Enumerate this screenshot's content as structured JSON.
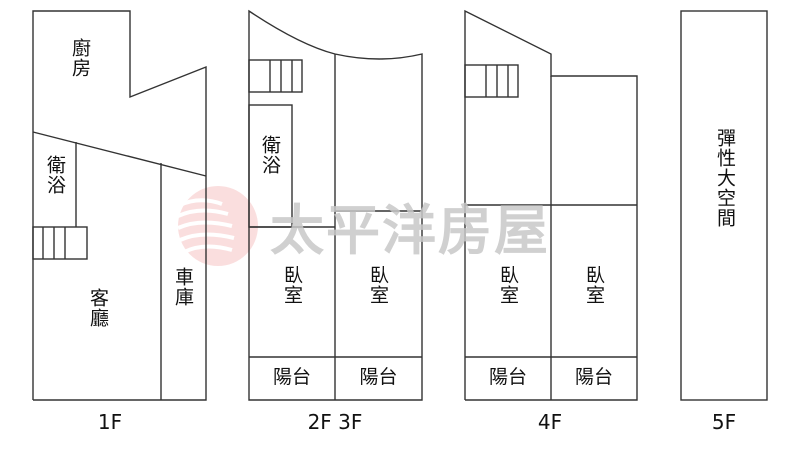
{
  "watermark": {
    "brand": "太平洋房屋",
    "logo_color": "#f2a0a0",
    "text_color": "#c8c8c8"
  },
  "floors": [
    {
      "id": "1F",
      "label": "1F",
      "rooms": [
        {
          "name": "kitchen",
          "label": "廚房"
        },
        {
          "name": "bathroom",
          "label": "衛浴"
        },
        {
          "name": "living-room",
          "label": "客廳"
        },
        {
          "name": "garage",
          "label": "車庫"
        }
      ]
    },
    {
      "id": "2F3F",
      "label": "2F 3F",
      "rooms": [
        {
          "name": "bathroom",
          "label": "衛浴"
        },
        {
          "name": "bedroom-left",
          "label": "臥室"
        },
        {
          "name": "bedroom-right",
          "label": "臥室"
        },
        {
          "name": "balcony-left",
          "label": "陽台"
        },
        {
          "name": "balcony-right",
          "label": "陽台"
        }
      ]
    },
    {
      "id": "4F",
      "label": "4F",
      "rooms": [
        {
          "name": "bedroom-left",
          "label": "臥室"
        },
        {
          "name": "bedroom-right",
          "label": "臥室"
        },
        {
          "name": "balcony-left",
          "label": "陽台"
        },
        {
          "name": "balcony-right",
          "label": "陽台"
        }
      ]
    },
    {
      "id": "5F",
      "label": "5F",
      "rooms": [
        {
          "name": "flexible-space",
          "label": "彈性大空間"
        }
      ]
    }
  ]
}
